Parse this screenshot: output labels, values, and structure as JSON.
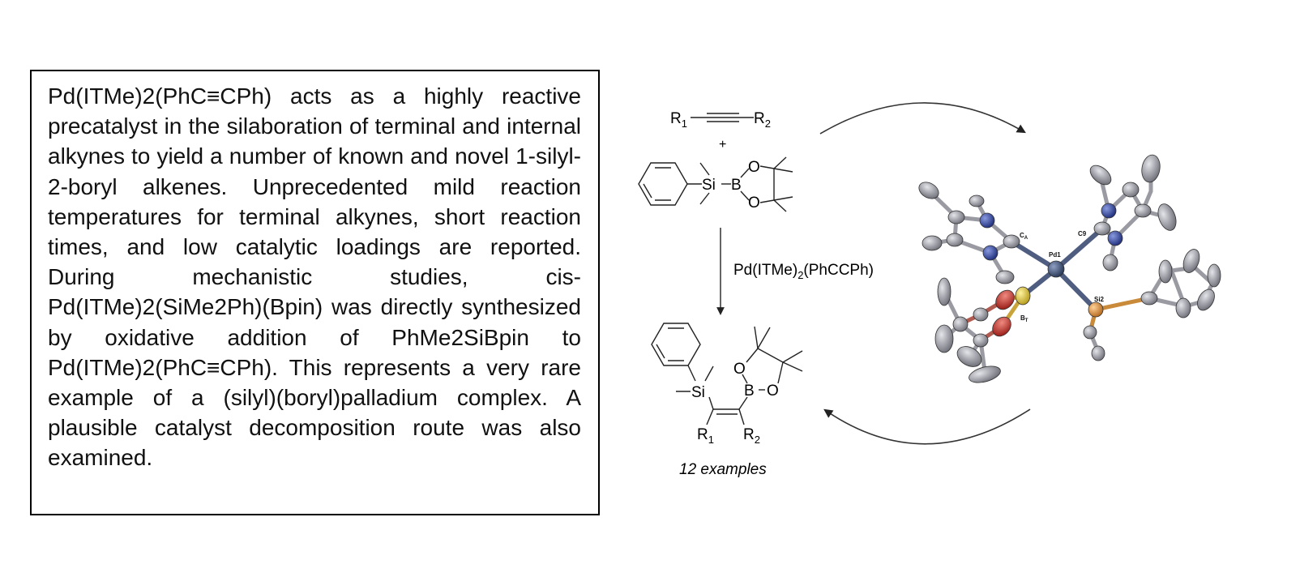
{
  "abstract": {
    "text": "Pd(ITMe)2(PhC≡CPh) acts as a highly reactive precatalyst in the silaboration of terminal and internal alkynes to yield a number of known and novel 1-silyl-2-boryl alkenes. Unprecedented mild reaction temperatures for terminal alkynes, short reaction times, and low catalytic loadings are reported. During mechanistic studies, cis-Pd(ITMe)2(SiMe2Ph)(Bpin) was directly synthesized by oxidative addition of PhMe2SiBpin to Pd(ITMe)2(PhC≡CPh). This represents a very rare example of a (silyl)(boryl)palladium complex. A plausible catalyst decomposition route was also examined."
  },
  "scheme": {
    "alkyne": {
      "r1": "R",
      "r1_sub": "1",
      "r2": "R",
      "r2_sub": "2"
    },
    "plus": "+",
    "silylborane": {
      "si": "Si",
      "b": "B",
      "o_top": "O",
      "o_bottom": "O"
    },
    "catalyst": {
      "prefix": "Pd(ITMe)",
      "sub": "2",
      "suffix": "(PhCCPh)"
    },
    "product": {
      "si": "Si",
      "b": "B",
      "o_top": "O",
      "o_right": "O",
      "r1": "R",
      "r1_sub": "1",
      "r2": "R",
      "r2_sub": "2"
    },
    "examples": "12 examples"
  },
  "crystal_structure": {
    "labels": {
      "pd": "Pd1",
      "si": "Si2",
      "b": "B",
      "b_sub": "T",
      "ca": "C",
      "ca_sub": "A",
      "c9": "C9"
    },
    "colors": {
      "carbon": "#8e8f97",
      "nitrogen": "#2b3f9e",
      "oxygen": "#c8302a",
      "boron": "#d8c43a",
      "silicon": "#d8892e",
      "palladium": "#3d4f70"
    }
  }
}
